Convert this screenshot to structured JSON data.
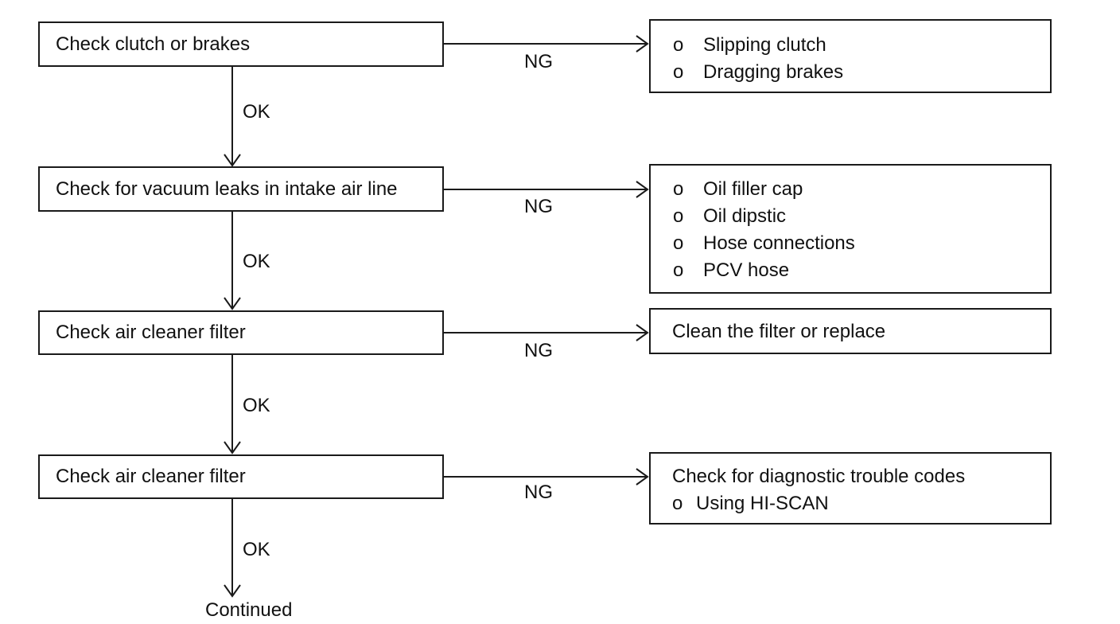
{
  "steps": [
    {
      "title": "Check clutch or brakes",
      "ng_label": "NG",
      "ok_label": "OK",
      "result": {
        "heading": "",
        "bullet": "o",
        "items": [
          "Slipping clutch",
          "Dragging brakes"
        ]
      }
    },
    {
      "title": "Check for vacuum leaks in intake air line",
      "ng_label": "NG",
      "ok_label": "OK",
      "result": {
        "heading": "",
        "bullet": "o",
        "items": [
          "Oil filler cap",
          "Oil dipstic",
          "Hose connections",
          "PCV hose"
        ]
      }
    },
    {
      "title": "Check air cleaner filter",
      "ng_label": "NG",
      "ok_label": "OK",
      "result": {
        "heading": "Clean the filter or replace",
        "bullet": "o",
        "items": []
      }
    },
    {
      "title": "Check air cleaner filter",
      "ng_label": "NG",
      "ok_label": "OK",
      "result": {
        "heading": "Check for diagnostic trouble codes",
        "bullet": "o",
        "items": [
          "Using HI-SCAN"
        ]
      }
    }
  ],
  "footer": {
    "continued_label": "Continued"
  },
  "colors": {
    "line": "#1a1a1a",
    "background": "#ffffff",
    "text": "#111111"
  }
}
